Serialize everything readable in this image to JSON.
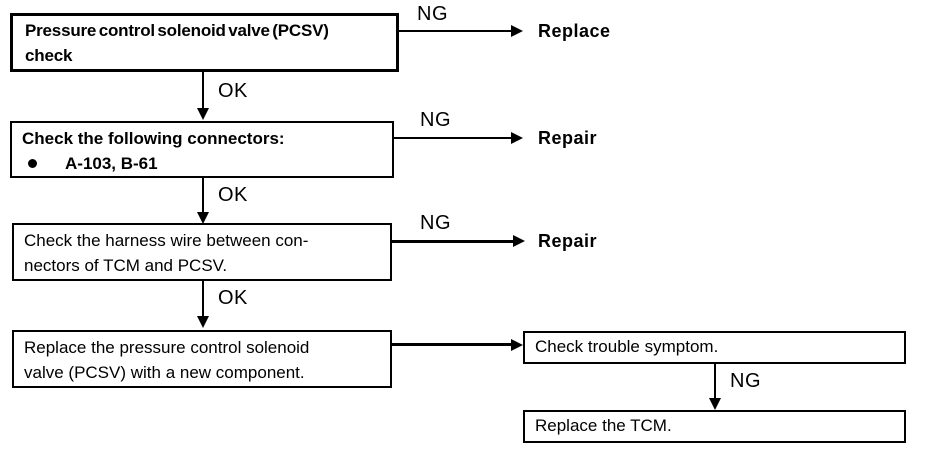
{
  "diagram": {
    "type": "troubleshooting-flowchart",
    "colors": {
      "background": "#ffffff",
      "line": "#000000",
      "text": "#000000"
    },
    "boxes": {
      "pcsv_check": {
        "line1": "Pressure control solenoid valve (PCSV)",
        "line2": "check"
      },
      "connectors": {
        "line1": "Check the following connectors:",
        "bullet_icon": "filled-circle",
        "bullet_item": "A-103, B-61"
      },
      "harness": {
        "line1": "Check the harness wire between con-",
        "line2": "nectors of TCM and PCSV."
      },
      "replace_pcsv": {
        "line1": "Replace the pressure control solenoid",
        "line2": "valve (PCSV) with a new component."
      },
      "trouble_symptom": {
        "line1": "Check trouble symptom."
      },
      "replace_tcm": {
        "line1": "Replace the TCM."
      }
    },
    "labels": {
      "ng_1": "NG",
      "ng_2": "NG",
      "ng_3": "NG",
      "ng_4": "NG",
      "ok_1": "OK",
      "ok_2": "OK",
      "ok_3": "OK"
    },
    "outcomes": {
      "replace": "Replace",
      "repair_1": "Repair",
      "repair_2": "Repair"
    }
  }
}
